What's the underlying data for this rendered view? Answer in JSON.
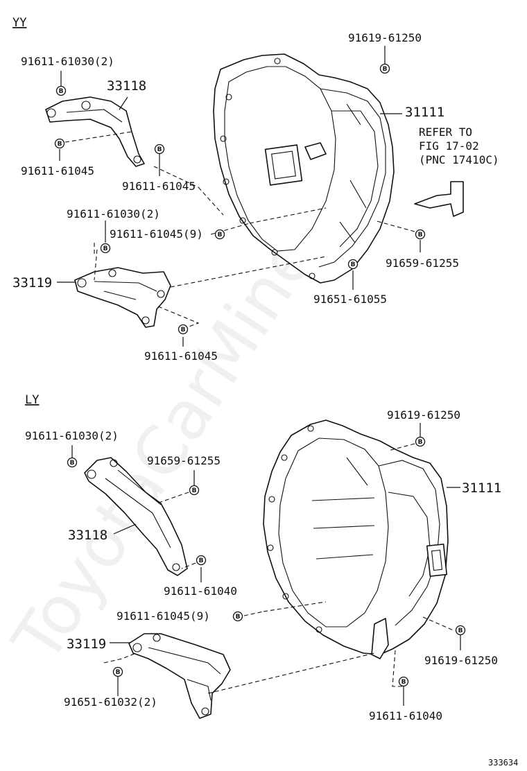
{
  "watermark": "ToyotaCarMine.ru",
  "figure_id": "333634",
  "bolt_glyph": "B",
  "section_yy": {
    "tag": "YY",
    "labels": {
      "bolt_top_left": "91611-61030(2)",
      "bracket_rear": "33118",
      "bolt_rear_lower": "91611-61045",
      "bolt_rear_right": "91611-61045",
      "housing_bolt_top": "91619-61250",
      "housing": "31111",
      "refer_line1": "REFER TO",
      "refer_line2": "FIG 17-02",
      "refer_line3": "(PNC 17410C)",
      "bolt_front_top": "91611-61030(2)",
      "bolt_set": "91611-61045(9)",
      "bolt_housing_right": "91659-61255",
      "bracket_front": "33119",
      "bolt_housing_bottom": "91651-61055",
      "bolt_front_bottom": "91611-61045"
    }
  },
  "section_ly": {
    "tag": "LY",
    "labels": {
      "bolt_top_left": "91611-61030(2)",
      "bolt_bracket_mid": "91659-61255",
      "bracket_rear": "33118",
      "bolt_bracket_low": "91611-61040",
      "bolt_set": "91611-61045(9)",
      "bracket_front": "33119",
      "bolt_front_left": "91651-61032(2)",
      "housing_bolt_top": "91619-61250",
      "housing": "31111",
      "bolt_housing_right": "91619-61250",
      "bolt_housing_bottom": "91611-61040"
    }
  }
}
